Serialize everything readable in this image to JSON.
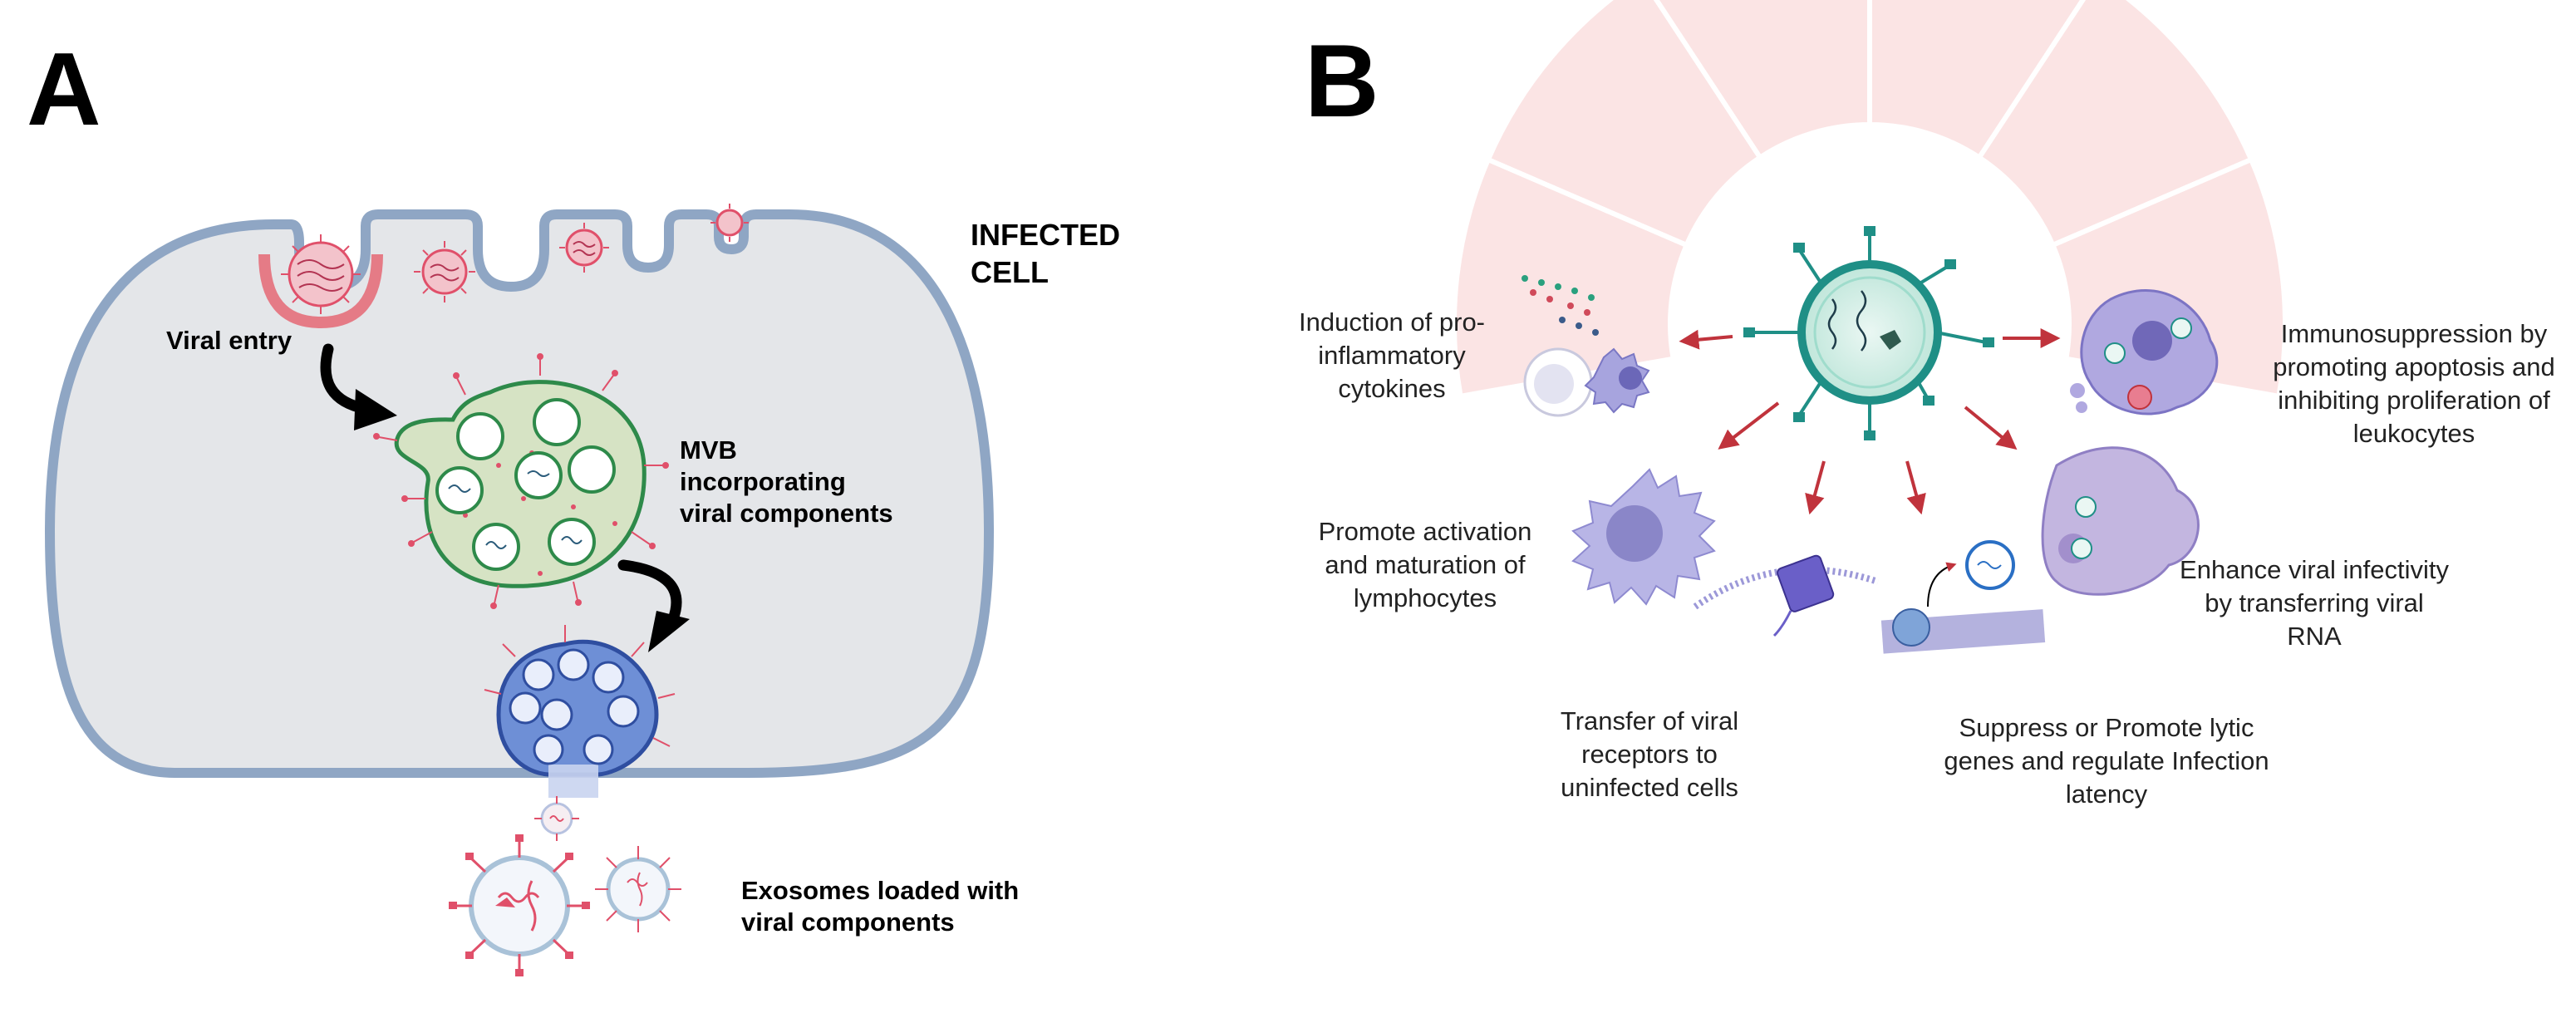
{
  "panel_a": {
    "letter": "A",
    "title_lines": [
      "INFECTED",
      "CELL"
    ],
    "viral_entry": "Viral entry",
    "mvb_lines": [
      "MVB",
      "incorporating",
      "viral components"
    ],
    "exosome_lines": [
      "Exosomes loaded with",
      "viral components"
    ]
  },
  "panel_b": {
    "letter": "B",
    "labels": {
      "pro_inflammatory": [
        "Induction of pro-",
        "inflammatory",
        "cytokines"
      ],
      "activation": [
        "Promote activation",
        "and maturation of",
        "lymphocytes"
      ],
      "receptors": [
        "Transfer of viral",
        "receptors to",
        "uninfected cells"
      ],
      "lytic": [
        "Suppress or Promote lytic",
        "genes and regulate Infection",
        "latency"
      ],
      "infectivity": [
        "Enhance viral infectivity",
        "by transferring viral",
        "RNA"
      ],
      "immunosuppression": [
        "Immunosuppression by",
        "promoting apoptosis and",
        "inhibiting proliferation  of",
        "leukocytes"
      ]
    }
  },
  "colors": {
    "membrane": "#8fa6c4",
    "cytoplasm": "#e4e6e9",
    "mvb_fill": "#d6e3c4",
    "mvb_stroke": "#2e8a4a",
    "blue_body": "#6e8fd6",
    "virus_red": "#e0506a",
    "fan_pink": "#fbe4e4",
    "exosome_teal": "#3aa88e",
    "arrow_red": "#c0333c"
  }
}
